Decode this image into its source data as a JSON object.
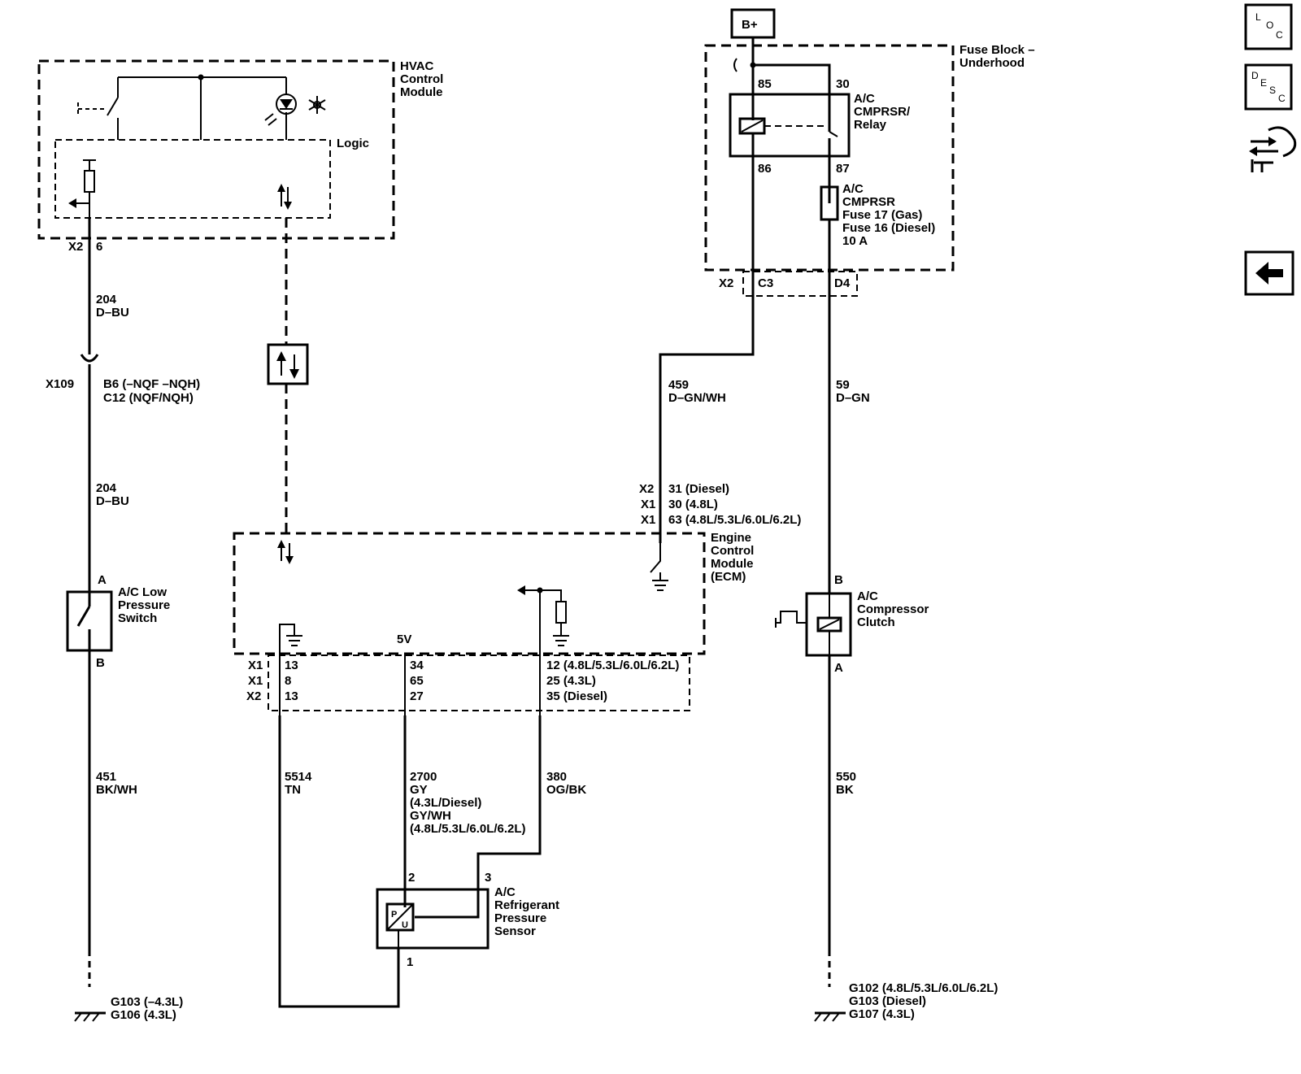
{
  "battery": "B+",
  "modules": {
    "hvac": [
      "HVAC",
      "Control",
      "Module"
    ],
    "logic": "Logic",
    "fuse_block": [
      "Fuse Block –",
      "Underhood"
    ],
    "ecm": [
      "Engine",
      "Control",
      "Module",
      "(ECM)"
    ]
  },
  "relay": {
    "name": [
      "A/C",
      "CMPRSR/",
      "Relay"
    ],
    "pins": {
      "p85": "85",
      "p30": "30",
      "p86": "86",
      "p87": "87"
    }
  },
  "fuse": [
    "A/C",
    "CMPRSR",
    "Fuse 17 (Gas)",
    "Fuse 16 (Diesel)",
    "10 A"
  ],
  "connectors": {
    "hvac_x2": "X2",
    "hvac_pin": "6",
    "fb_x2": "X2",
    "fb_c3": "C3",
    "fb_d4": "D4",
    "x109": "X109",
    "x109_pins": [
      "B6 (–NQF –NQH)",
      "C12 (NQF/NQH)"
    ],
    "ecm_top_conn": [
      "X2",
      "X1",
      "X1"
    ],
    "ecm_top_pins": [
      "31 (Diesel)",
      "30 (4.8L)",
      "63 (4.8L/5.3L/6.0L/6.2L)"
    ],
    "ecm_bottom_conn": [
      "X1",
      "X1",
      "X2"
    ],
    "ecm_col1": [
      "13",
      "8",
      "13"
    ],
    "ecm_col2": [
      "34",
      "65",
      "27"
    ],
    "ecm_col3": [
      "12 (4.8L/5.3L/6.0L/6.2L)",
      "25 (4.3L)",
      "35 (Diesel)"
    ],
    "ecm_5v": "5V"
  },
  "wires": {
    "w204a": [
      "204",
      "D–BU"
    ],
    "w204b": [
      "204",
      "D–BU"
    ],
    "w451": [
      "451",
      "BK/WH"
    ],
    "w459": [
      "459",
      "D–GN/WH"
    ],
    "w59": [
      "59",
      "D–GN"
    ],
    "w550": [
      "550",
      "BK"
    ],
    "w5514": [
      "5514",
      "TN"
    ],
    "w2700": [
      "2700",
      "GY",
      "(4.3L/Diesel)",
      "GY/WH",
      "(4.8L/5.3L/6.0L/6.2L)"
    ],
    "w380": [
      "380",
      "OG/BK"
    ]
  },
  "components": {
    "low_switch": [
      "A/C Low",
      "Pressure",
      "Switch"
    ],
    "low_switch_pins": {
      "a": "A",
      "b": "B"
    },
    "clutch": [
      "A/C",
      "Compressor",
      "Clutch"
    ],
    "clutch_pins": {
      "b": "B",
      "a": "A"
    },
    "sensor": [
      "A/C",
      "Refrigerant",
      "Pressure",
      "Sensor"
    ],
    "sensor_pins": {
      "p2": "2",
      "p3": "3",
      "p1": "1"
    }
  },
  "grounds": {
    "left": [
      "G103 (–4.3L)",
      "G106 (4.3L)"
    ],
    "right": [
      "G102 (4.8L/5.3L/6.0L/6.2L)",
      "G103 (Diesel)",
      "G107 (4.3L)"
    ]
  },
  "sidebar": {
    "loc": [
      "L",
      "O",
      "C"
    ],
    "desc": [
      "D",
      "E",
      "S",
      "C"
    ],
    "buttons": [
      "loc-button",
      "desc-button",
      "connector-info-button",
      "back-button"
    ]
  }
}
